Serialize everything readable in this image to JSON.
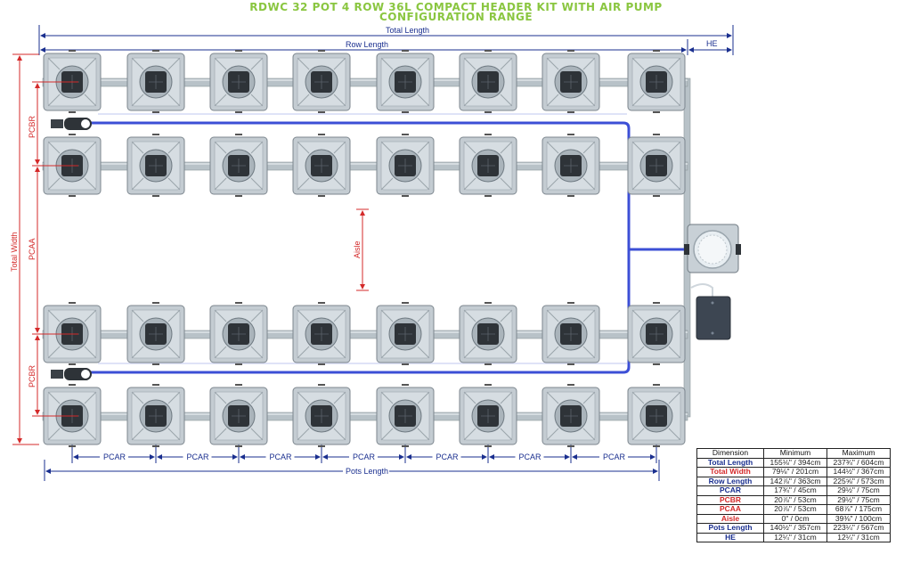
{
  "title": {
    "line1": "RDWC 32 POT 4 ROW 36L COMPACT HEADER KIT WITH AIR PUMP",
    "line2": "CONFIGURATION RANGE"
  },
  "labels": {
    "total_length": "Total Length",
    "row_length": "Row Length",
    "he": "HE",
    "total_width": "Total Width",
    "pcbr": "PCBR",
    "pcaa": "PCAA",
    "aisle": "Aisle",
    "pcar": "PCAR",
    "pots_length": "Pots Length"
  },
  "colors": {
    "title": "#8ac640",
    "dim_blue": "#1a2f8f",
    "dim_red": "#d42a2a",
    "water_line": "#3c4fd6",
    "pipe": "#b8c2c8",
    "pot": "#c4ccd2",
    "pot_dark": "#2e3338"
  },
  "table": {
    "headers": [
      "Dimension",
      "Minimum",
      "Maximum"
    ],
    "rows": [
      {
        "name": "Total Length",
        "min": "155⅛\" / 394cm",
        "max": "237¾\" / 604cm",
        "color": "#1a2f8f"
      },
      {
        "name": "Total Width",
        "min": "79⅛\" / 201cm",
        "max": "144½\" / 367cm",
        "color": "#d42a2a"
      },
      {
        "name": "Row Length",
        "min": "142⅞\" / 363cm",
        "max": "225⅝\" / 573cm",
        "color": "#1a2f8f"
      },
      {
        "name": "PCAR",
        "min": "17¾\" / 45cm",
        "max": "29½\" / 75cm",
        "color": "#1a2f8f"
      },
      {
        "name": "PCBR",
        "min": "20⅞\" / 53cm",
        "max": "29½\" / 75cm",
        "color": "#d42a2a"
      },
      {
        "name": "PCAA",
        "min": "20⅞\" / 53cm",
        "max": "68⅞\" / 175cm",
        "color": "#d42a2a"
      },
      {
        "name": "Aisle",
        "min": "0\" / 0cm",
        "max": "39⅜\" / 100cm",
        "color": "#d42a2a"
      },
      {
        "name": "Pots Length",
        "min": "140½\" / 357cm",
        "max": "223¼\" / 567cm",
        "color": "#1a2f8f"
      },
      {
        "name": "HE",
        "min": "12¼\" / 31cm",
        "max": "12¼\" / 31cm",
        "color": "#1a2f8f"
      }
    ]
  }
}
